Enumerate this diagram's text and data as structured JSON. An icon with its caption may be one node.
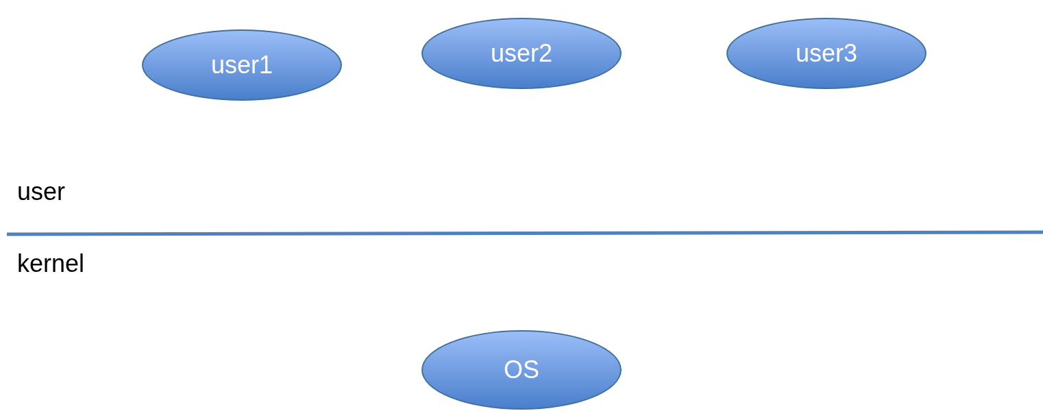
{
  "diagram": {
    "nodes": [
      {
        "text": [
          "user1"
        ]
      },
      {
        "text": [
          "user2"
        ]
      },
      {
        "text": [
          "user3"
        ]
      },
      {
        "text": [
          "OS"
        ]
      }
    ],
    "labels": [
      "user",
      "kernel"
    ]
  }
}
